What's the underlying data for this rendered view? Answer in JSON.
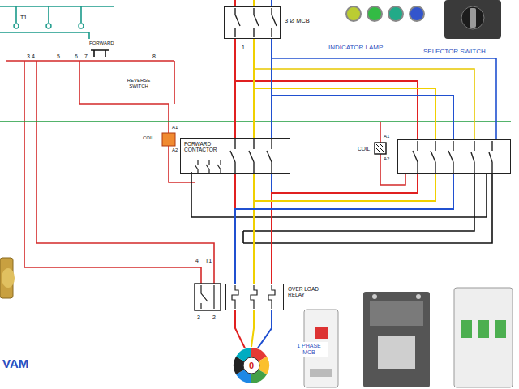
{
  "diagram": {
    "nodes": [
      {
        "text": [
          "3 Ø MCB"
        ]
      },
      {
        "text": [
          "FORWARD CONTACTOR"
        ]
      },
      {
        "text": [
          "COIL"
        ]
      },
      {
        "text": [
          "OVER LOAD RELAY"
        ]
      },
      {
        "text": [
          "0"
        ]
      }
    ],
    "edges": [
      {
        "from": 0,
        "to": 1,
        "arrow": "none"
      },
      {
        "from": 0,
        "to": 2,
        "arrow": "none"
      },
      {
        "from": 1,
        "to": 3,
        "arrow": "none"
      },
      {
        "from": 2,
        "to": 3,
        "arrow": "none"
      },
      {
        "from": 3,
        "to": 4,
        "arrow": "none"
      }
    ],
    "labels": [
      "T1",
      "3",
      "4",
      "5",
      "6",
      "7",
      "8",
      "FORWARD",
      "REVERSE SWITCH",
      "1",
      "INDICATOR LAMP",
      "SELECTOR SWITCH",
      "COIL",
      "A1",
      "A2",
      "A1",
      "A2",
      "4",
      "T1",
      "3",
      "2",
      "1 PHASE MCB",
      "VAM"
    ]
  }
}
